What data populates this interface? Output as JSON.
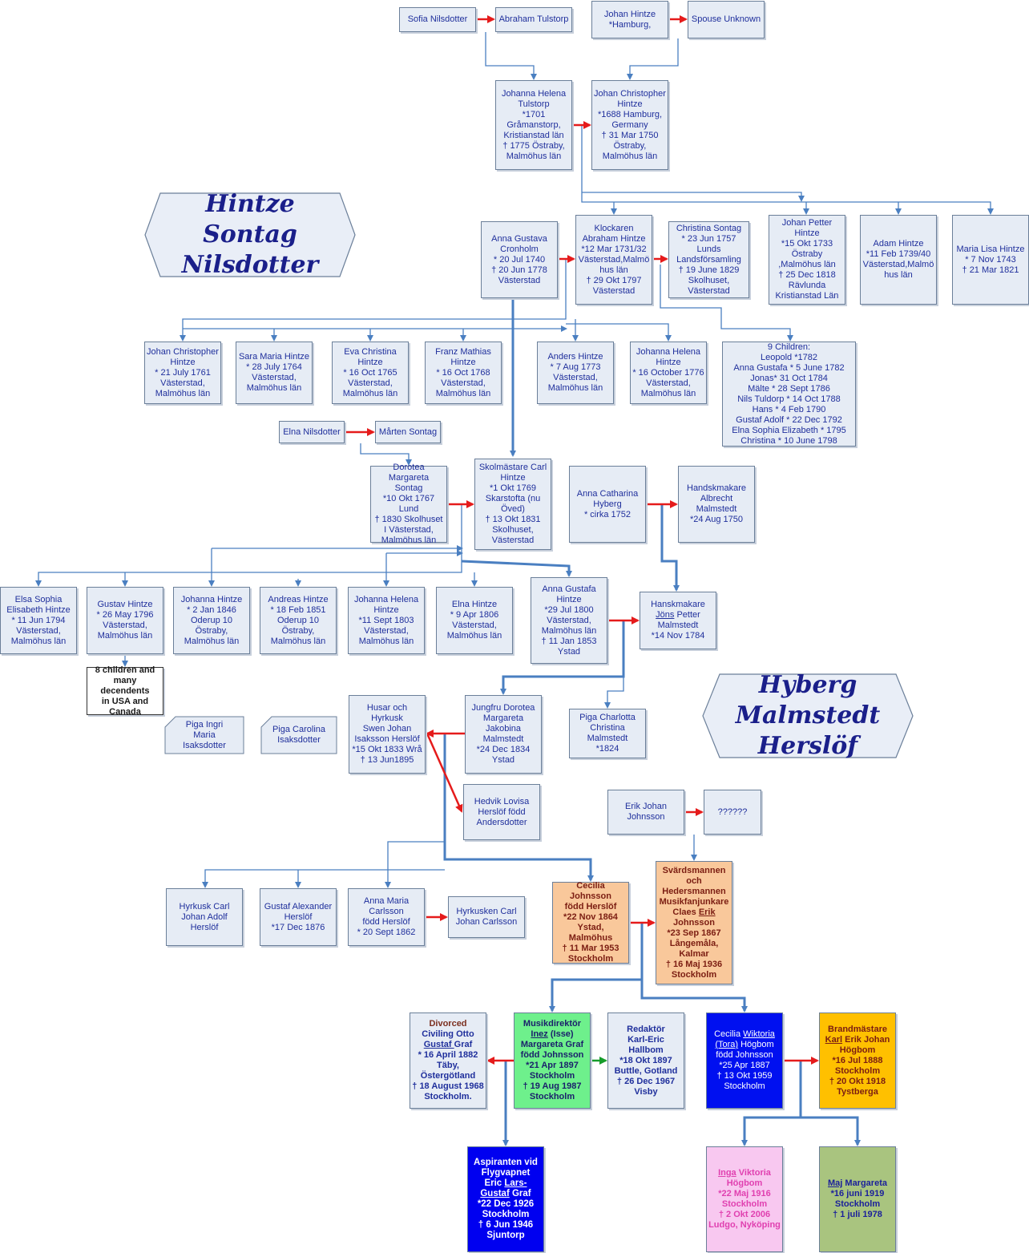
{
  "titles": {
    "left": [
      "Hintze",
      "Sontag",
      "Nilsdotter"
    ],
    "right": [
      "Hyberg",
      "Malmstedt",
      "Herslöf"
    ]
  },
  "people": {
    "sofia": "Sofia Nilsdotter",
    "abraham_t": "Abraham Tulstorp",
    "johan_h": "Johan Hintze\n*Hamburg,",
    "spouse_unknown": "Spouse Unknown",
    "johanna_helena_t": "Johanna Helena\nTulstorp\n*1701\nGråmanstorp,\nKristianstad län\n†  1775 Östraby,\nMalmöhus län",
    "johan_christopher_h": "Johan Christopher\nHintze\n*1688 Hamburg,\nGermany\n†   31 Mar 1750\nÖstraby,\nMalmöhus län",
    "anna_gustava": "Anna Gustava\nCronholm\n* 20 Jul 1740\n†  20 Jun 1778\nVästerstad",
    "klockaren": "Klockaren\nAbraham Hintze\n*12 Mar 1731/32\nVästerstad,Malmö\nhus län\n†  29 Okt 1797\nVästerstad",
    "christina_sontag": "Christina Sontag\n* 23 Jun 1757\nLunds\nLandsförsamling\n†  19 June 1829\nSkolhuset,\nVästerstad",
    "johan_petter": "Johan Petter\nHintze\n*15 Okt 1733\nÖstraby\n,Malmöhus län\n†  25 Dec 1818\nRävlunda\nKristianstad Län",
    "adam": "Adam Hintze\n*11 Feb 1739/40\nVästerstad,Malmö\nhus län",
    "maria_lisa": "Maria Lisa Hintze\n* 7 Nov 1743\n†  21 Mar 1821",
    "johan_christopher_1761": "Johan Christopher\nHintze\n* 21 July 1761\nVästerstad,\nMalmöhus län",
    "sara_maria": "Sara Maria Hintze\n* 28 July 1764\nVästerstad,\nMalmöhus län",
    "eva_christina": "Eva Christina\nHintze\n* 16 Oct 1765\nVästerstad,\nMalmöhus län",
    "franz_mathias": "Franz Mathias\nHintze\n* 16 Oct 1768\nVästerstad,\nMalmöhus län",
    "anders": "Anders Hintze\n* 7 Aug 1773\nVästerstad,\nMalmöhus län",
    "johanna_helena_1776": "Johanna Helena\nHintze\n* 16 October 1776\nVästerstad,\nMalmöhus län",
    "nine_children": "9 Children:\nLeopold *1782\nAnna Gustafa * 5 June 1782\nJonas*  31 Oct 1784\nMälte *  28 Sept 1786\nNils Tuldorp * 14 Oct 1788\nHans * 4 Feb 1790\nGustaf Adolf * 22 Dec 1792\nElna Sophia  Elizabeth *  1795\nChristina * 10 June 1798",
    "elna_nilsdotter": "Elna Nilsdotter",
    "marten_sontag": "Mårten Sontag",
    "dorotea_sontag": "Dorotea Margareta\nSontag\n*10 Okt 1767 Lund\n†  1830 Skolhuset\nI Västerstad,\nMalmöhus län",
    "skolmastare": "Skolmästare Carl\nHintze\n*1 Okt 1769\nSkarstofta (nu\nÖved)\n†  13 Okt 1831\nSkolhuset,\nVästerstad",
    "anna_catharina": "Anna Catharina\nHyberg\n* cirka 1752",
    "handskmakare_albrecht": "Handskmakare\nAlbrecht\nMalmstedt\n*24 Aug 1750",
    "elsa_sophia": "Elsa Sophia\nElisabeth Hintze\n* 11 Jun 1794\nVästerstad,\nMalmöhus län",
    "gustav_hintze": "Gustav Hintze\n* 26 May 1796\nVästerstad,\nMalmöhus län",
    "johanna_hintze_1846": "Johanna Hintze\n* 2 Jan 1846\nOderup 10\nÖstraby,\nMalmöhus län",
    "andreas": "Andreas Hintze\n* 18 Feb 1851\nOderup 10\nÖstraby,\nMalmöhus län",
    "johanna_helena_1803": "Johanna Helena\nHintze\n*11 Sept 1803\nVästerstad,\nMalmöhus län",
    "elna_hintze": "Elna Hintze\n* 9 Apr 1806\nVästerstad,\nMalmöhus län",
    "anna_gustafa": "Anna Gustafa\nHintze\n*29 Jul 1800\nVästerstad,\nMalmöhus län\n†  11 Jan 1853\nYstad",
    "hanskmakare_jons_a": "Hanskmakare\n",
    "hanskmakare_jons_u": "Jöns",
    "hanskmakare_jons_b": " Petter\nMalmstedt\n*14 Nov 1784",
    "eight_children": "8 children and\nmany decendents\nin USA and\nCanada",
    "piga_ingri": "Piga Ingri\nMaria\nIsaksdotter",
    "piga_carolina": "Piga Carolina\nIsaksdotter",
    "husar": "Husar och Hyrkusk\nSwen Johan\nIsaksson Herslöf\n*15 Okt 1833 Wrå\n†  13 Jun1895",
    "jungfru_dorotea": "Jungfru Dorotea\nMargareta\nJakobina\nMalmstedt\n*24 Dec 1834\nYstad",
    "piga_charlotta": "Piga Charlotta\nChristina\nMalmstedt\n*1824",
    "hedvik": "Hedvik Lovisa\nHerslöf född\nAndersdotter",
    "erik_johan": "Erik Johan\nJohnsson",
    "unknown_q": "??????",
    "hyrkusk_carl": "Hyrkusk Carl\nJohan Adolf\nHerslöf",
    "gustaf_alexander": "Gustaf Alexander\nHerslöf\n*17 Dec 1876",
    "anna_maria": "Anna Maria\nCarlsson\nfödd Herslöf\n* 20 Sept 1862",
    "hyrkusken_carl": "Hyrkusken Carl\nJohan Carlsson",
    "cecilia_johnsson": "Cecilia Johnsson\nfödd Herslöf\n*22 Nov 1864\nYstad, Malmöhus\n†  11 Mar 1953\nStockholm",
    "svardsmannen_a": "Svärdsmannen\noch\nHedersmannen\nMusikfanjunkare\nClaes ",
    "svardsmannen_u": "Erik",
    "svardsmannen_b": "\nJohnsson\n*23 Sep 1867\nLångemåla,\nKalmar\n†  16 Maj 1936\nStockholm",
    "divorced_label": "Divorced",
    "civiling_a": "Civiling Otto\n",
    "civiling_u": "Gustaf ",
    "civiling_b": " Graf\n* 16 April 1882\nTäby,\nÖstergötland\n† 18 August 1968\nStockholm.",
    "musikdirektor_a": "Musikdirektör\n",
    "musikdirektor_u": "Inez",
    "musikdirektor_b": " (Isse)\nMargareta Graf\nfödd Johnsson\n*21 Apr 1897\nStockholm\n†  19 Aug 1987\nStockholm",
    "redaktor": "Redaktör\nKarl-Eric Hallbom\n*18 Okt 1897\nButtle, Gotland\n†  26 Dec 1967\nVisby",
    "cecilia_wiktoria_a": "Cecilia ",
    "cecilia_wiktoria_u": "Wiktoria\n(Tora)",
    "cecilia_wiktoria_b": " Högbom\nfödd Johnsson\n*25 Apr 1887\n†  13 Okt 1959\nStockholm",
    "brandmastare_a": "Brandmästare\n",
    "brandmastare_u": "Karl",
    "brandmastare_b": " Erik Johan\nHögbom\n*16 Jul 1888\nStockholm\n†  20 Okt 1918\nTystberga",
    "aspiranten_a": "Aspiranten vid\nFlygvapnet\nEric ",
    "aspiranten_u": "Lars-\nGustaf",
    "aspiranten_b": " Graf\n*22 Dec 1926\nStockholm\n†  6 Jun 1946\nSjuntorp",
    "inga_u": "Inga",
    "inga_b": " Viktoria\nHögbom\n*22 Maj 1916\nStockholm\n†   2 Okt 2006\nLudgo, Nyköping",
    "maj_u": "Maj",
    "maj_b": " Margareta\n*16 juni 1919\nStockholm\n†  1 juli 1978"
  },
  "colors": {
    "connector": "#4a7fc1",
    "spouse_arrow": "#e51b1b",
    "green_arrow": "#169c2a"
  }
}
